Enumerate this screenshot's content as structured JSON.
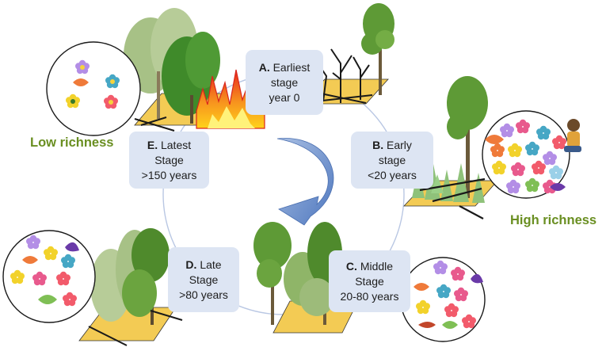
{
  "stages": {
    "a": {
      "letter": "A.",
      "line1": "Earliest",
      "line2": "stage",
      "line3": "year 0"
    },
    "b": {
      "letter": "B.",
      "line1": "Early",
      "line2": "stage",
      "line3": "<20 years"
    },
    "c": {
      "letter": "C.",
      "line1": "Middle",
      "line2": "Stage",
      "line3": "20-80 years"
    },
    "d": {
      "letter": "D.",
      "line1": "Late",
      "line2": "Stage",
      "line3": ">80 years"
    },
    "e": {
      "letter": "E.",
      "line1": "Latest",
      "line2": "Stage",
      "line3": ">150 years"
    }
  },
  "labels": {
    "low_richness": "Low richness",
    "high_richness": "High richness"
  },
  "colors": {
    "label_green": "#6a8f22",
    "box_fill": "#dde5f3",
    "cycle_arrow": "#5f86c4",
    "ground": "#f3cb54",
    "tree_dark": "#4f8a2c",
    "tree_light": "#9dbb7a",
    "fire": "#f15a22"
  },
  "icons": [
    "flower-icon",
    "leaf-icon",
    "fire-icon",
    "tree-icon",
    "dead-tree-icon",
    "person-icon"
  ]
}
